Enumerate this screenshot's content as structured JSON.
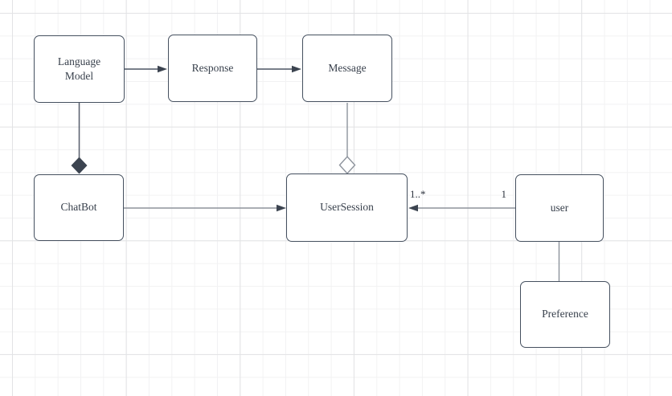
{
  "diagram": {
    "type": "uml-class-diagram",
    "nodes": [
      {
        "id": "language-model",
        "label": "Language Model"
      },
      {
        "id": "response",
        "label": "Response"
      },
      {
        "id": "message",
        "label": "Message"
      },
      {
        "id": "chatbot",
        "label": "ChatBot"
      },
      {
        "id": "usersession",
        "label": "UserSession"
      },
      {
        "id": "user",
        "label": "user"
      },
      {
        "id": "preference",
        "label": "Preference"
      }
    ],
    "edges": [
      {
        "from": "Language Model",
        "to": "Response",
        "type": "directed-arrow"
      },
      {
        "from": "Response",
        "to": "Message",
        "type": "directed-arrow"
      },
      {
        "from": "Language Model",
        "to": "ChatBot",
        "type": "composition-filled-diamond"
      },
      {
        "from": "Message",
        "to": "UserSession",
        "type": "aggregation-open-diamond"
      },
      {
        "from": "ChatBot",
        "to": "UserSession",
        "type": "directed-arrow"
      },
      {
        "from": "user",
        "to": "UserSession",
        "type": "directed-arrow",
        "source_multiplicity": "1",
        "target_multiplicity": "1..*"
      },
      {
        "from": "user",
        "to": "Preference",
        "type": "plain-line"
      }
    ],
    "colors": {
      "node_fill": "#ffffff",
      "node_border": "#45505f",
      "dark_line": "#4d5564",
      "gray_line": "#8d939c",
      "arrowhead_fill": "#3c4450",
      "diamond_fill": "#3c4450",
      "open_diamond_fill": "#ffffff",
      "grid_minor": "#f2f2f3",
      "grid_major": "#e2e3e5",
      "text": "#38404c",
      "canvas_background": "#ffffff"
    }
  }
}
